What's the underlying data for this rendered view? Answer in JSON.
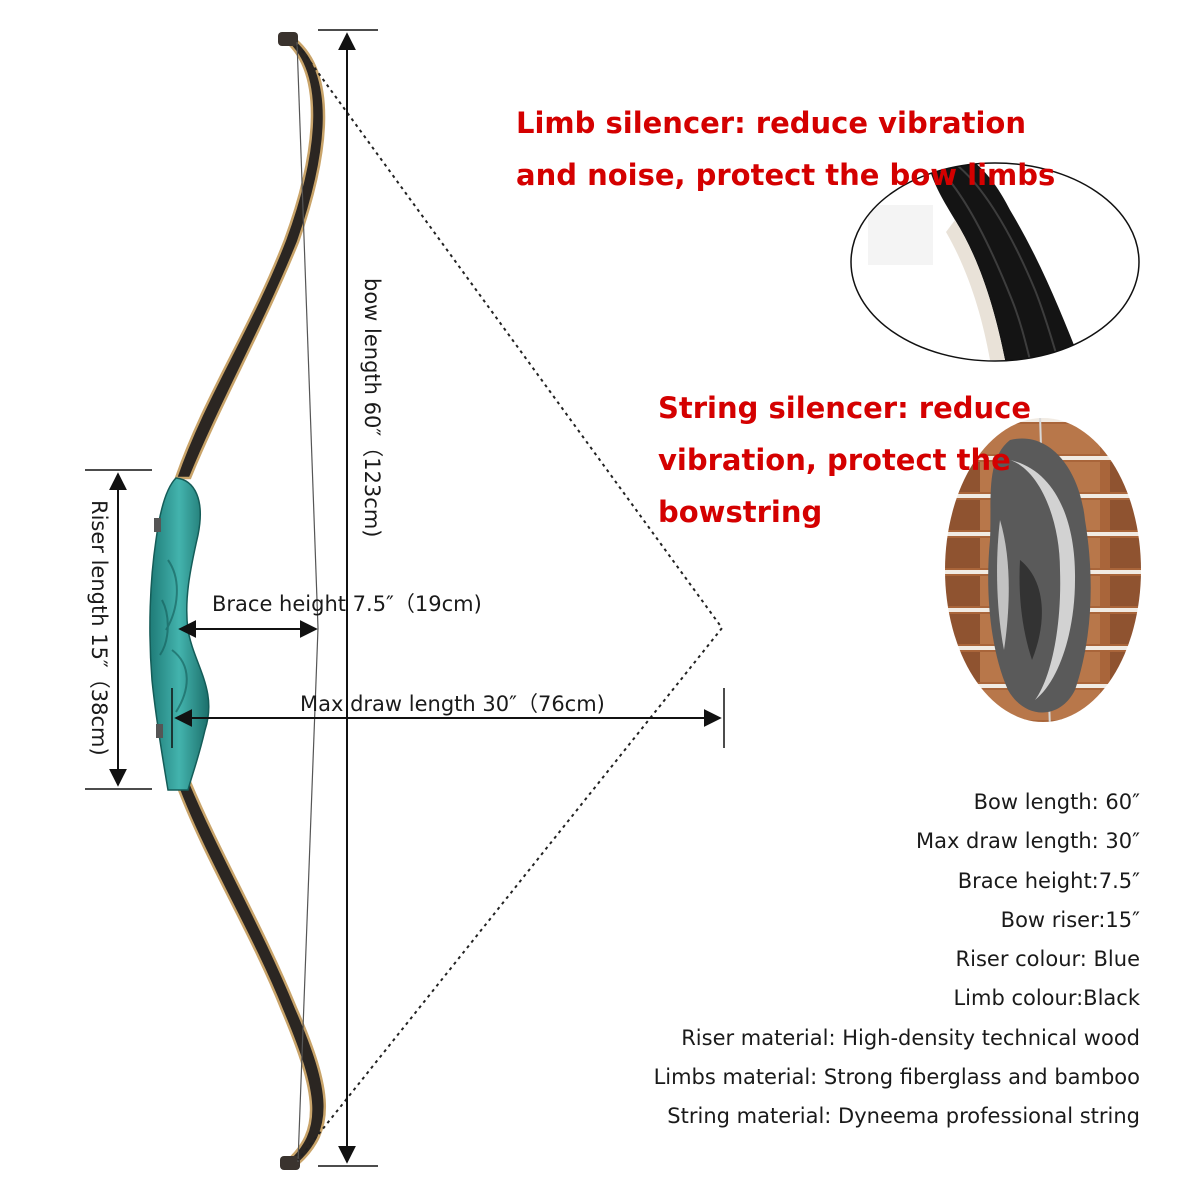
{
  "dimensions": {
    "bow_length": "bow length 60″（123cm)",
    "riser_length": "Riser length 15″（38cm)",
    "brace_height": "Brace height 7.5″（19cm)",
    "max_draw_length": "Max draw length 30″（76cm)"
  },
  "callouts": {
    "limb_silencer": "Limb silencer: reduce vibration and noise, protect the bow limbs",
    "string_silencer": "String silencer: reduce vibration, protect the bowstring"
  },
  "specs": [
    "Bow length: 60″",
    "Max draw length: 30″",
    "Brace height:7.5″",
    "Bow riser:15″",
    "Riser colour: Blue",
    "Limb colour:Black",
    "Riser material: High-density technical wood",
    "Limbs material: Strong fiberglass and bamboo",
    "String material: Dyneema professional string"
  ],
  "colors": {
    "callout_text": "#d40000",
    "riser": "#2e9a96",
    "limb": "#2b2622",
    "limb_edge": "#c9a46a",
    "text": "#1a1a1a"
  }
}
